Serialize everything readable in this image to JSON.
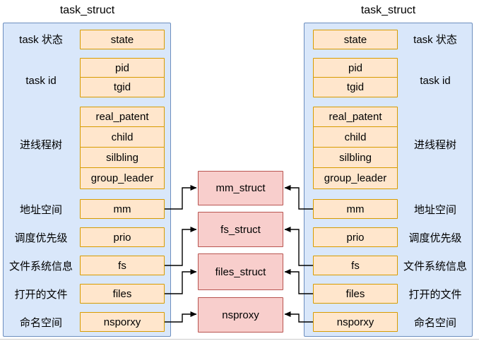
{
  "left_struct": {
    "title": "task_struct",
    "rows": [
      {
        "label": "task 状态",
        "fields": [
          "state"
        ]
      },
      {
        "label": "task id",
        "fields": [
          "pid",
          "tgid"
        ]
      },
      {
        "label": "进线程树",
        "fields": [
          "real_patent",
          "child",
          "silbling",
          "group_leader"
        ]
      },
      {
        "label": "地址空间",
        "fields": [
          "mm"
        ]
      },
      {
        "label": "调度优先级",
        "fields": [
          "prio"
        ]
      },
      {
        "label": "文件系统信息",
        "fields": [
          "fs"
        ]
      },
      {
        "label": "打开的文件",
        "fields": [
          "files"
        ]
      },
      {
        "label": "命名空间",
        "fields": [
          "nsporxy"
        ]
      }
    ]
  },
  "right_struct": {
    "title": "task_struct",
    "rows": [
      {
        "label": "task 状态",
        "fields": [
          "state"
        ]
      },
      {
        "label": "task id",
        "fields": [
          "pid",
          "tgid"
        ]
      },
      {
        "label": "进线程树",
        "fields": [
          "real_patent",
          "child",
          "silbling",
          "group_leader"
        ]
      },
      {
        "label": "地址空间",
        "fields": [
          "mm"
        ]
      },
      {
        "label": "调度优先级",
        "fields": [
          "prio"
        ]
      },
      {
        "label": "文件系统信息",
        "fields": [
          "fs"
        ]
      },
      {
        "label": "打开的文件",
        "fields": [
          "files"
        ]
      },
      {
        "label": "命名空间",
        "fields": [
          "nsporxy"
        ]
      }
    ]
  },
  "shared_structs": [
    {
      "name": "mm_struct"
    },
    {
      "name": "fs_struct"
    },
    {
      "name": "files_struct"
    },
    {
      "name": "nsproxy"
    }
  ],
  "colors": {
    "panel_fill": "#d9e7fa",
    "panel_border": "#6c8ebf",
    "field_fill": "#ffe6cc",
    "field_border": "#d79b00",
    "shared_fill": "#f8cecc",
    "shared_border": "#b85450",
    "arrow": "#000000"
  }
}
